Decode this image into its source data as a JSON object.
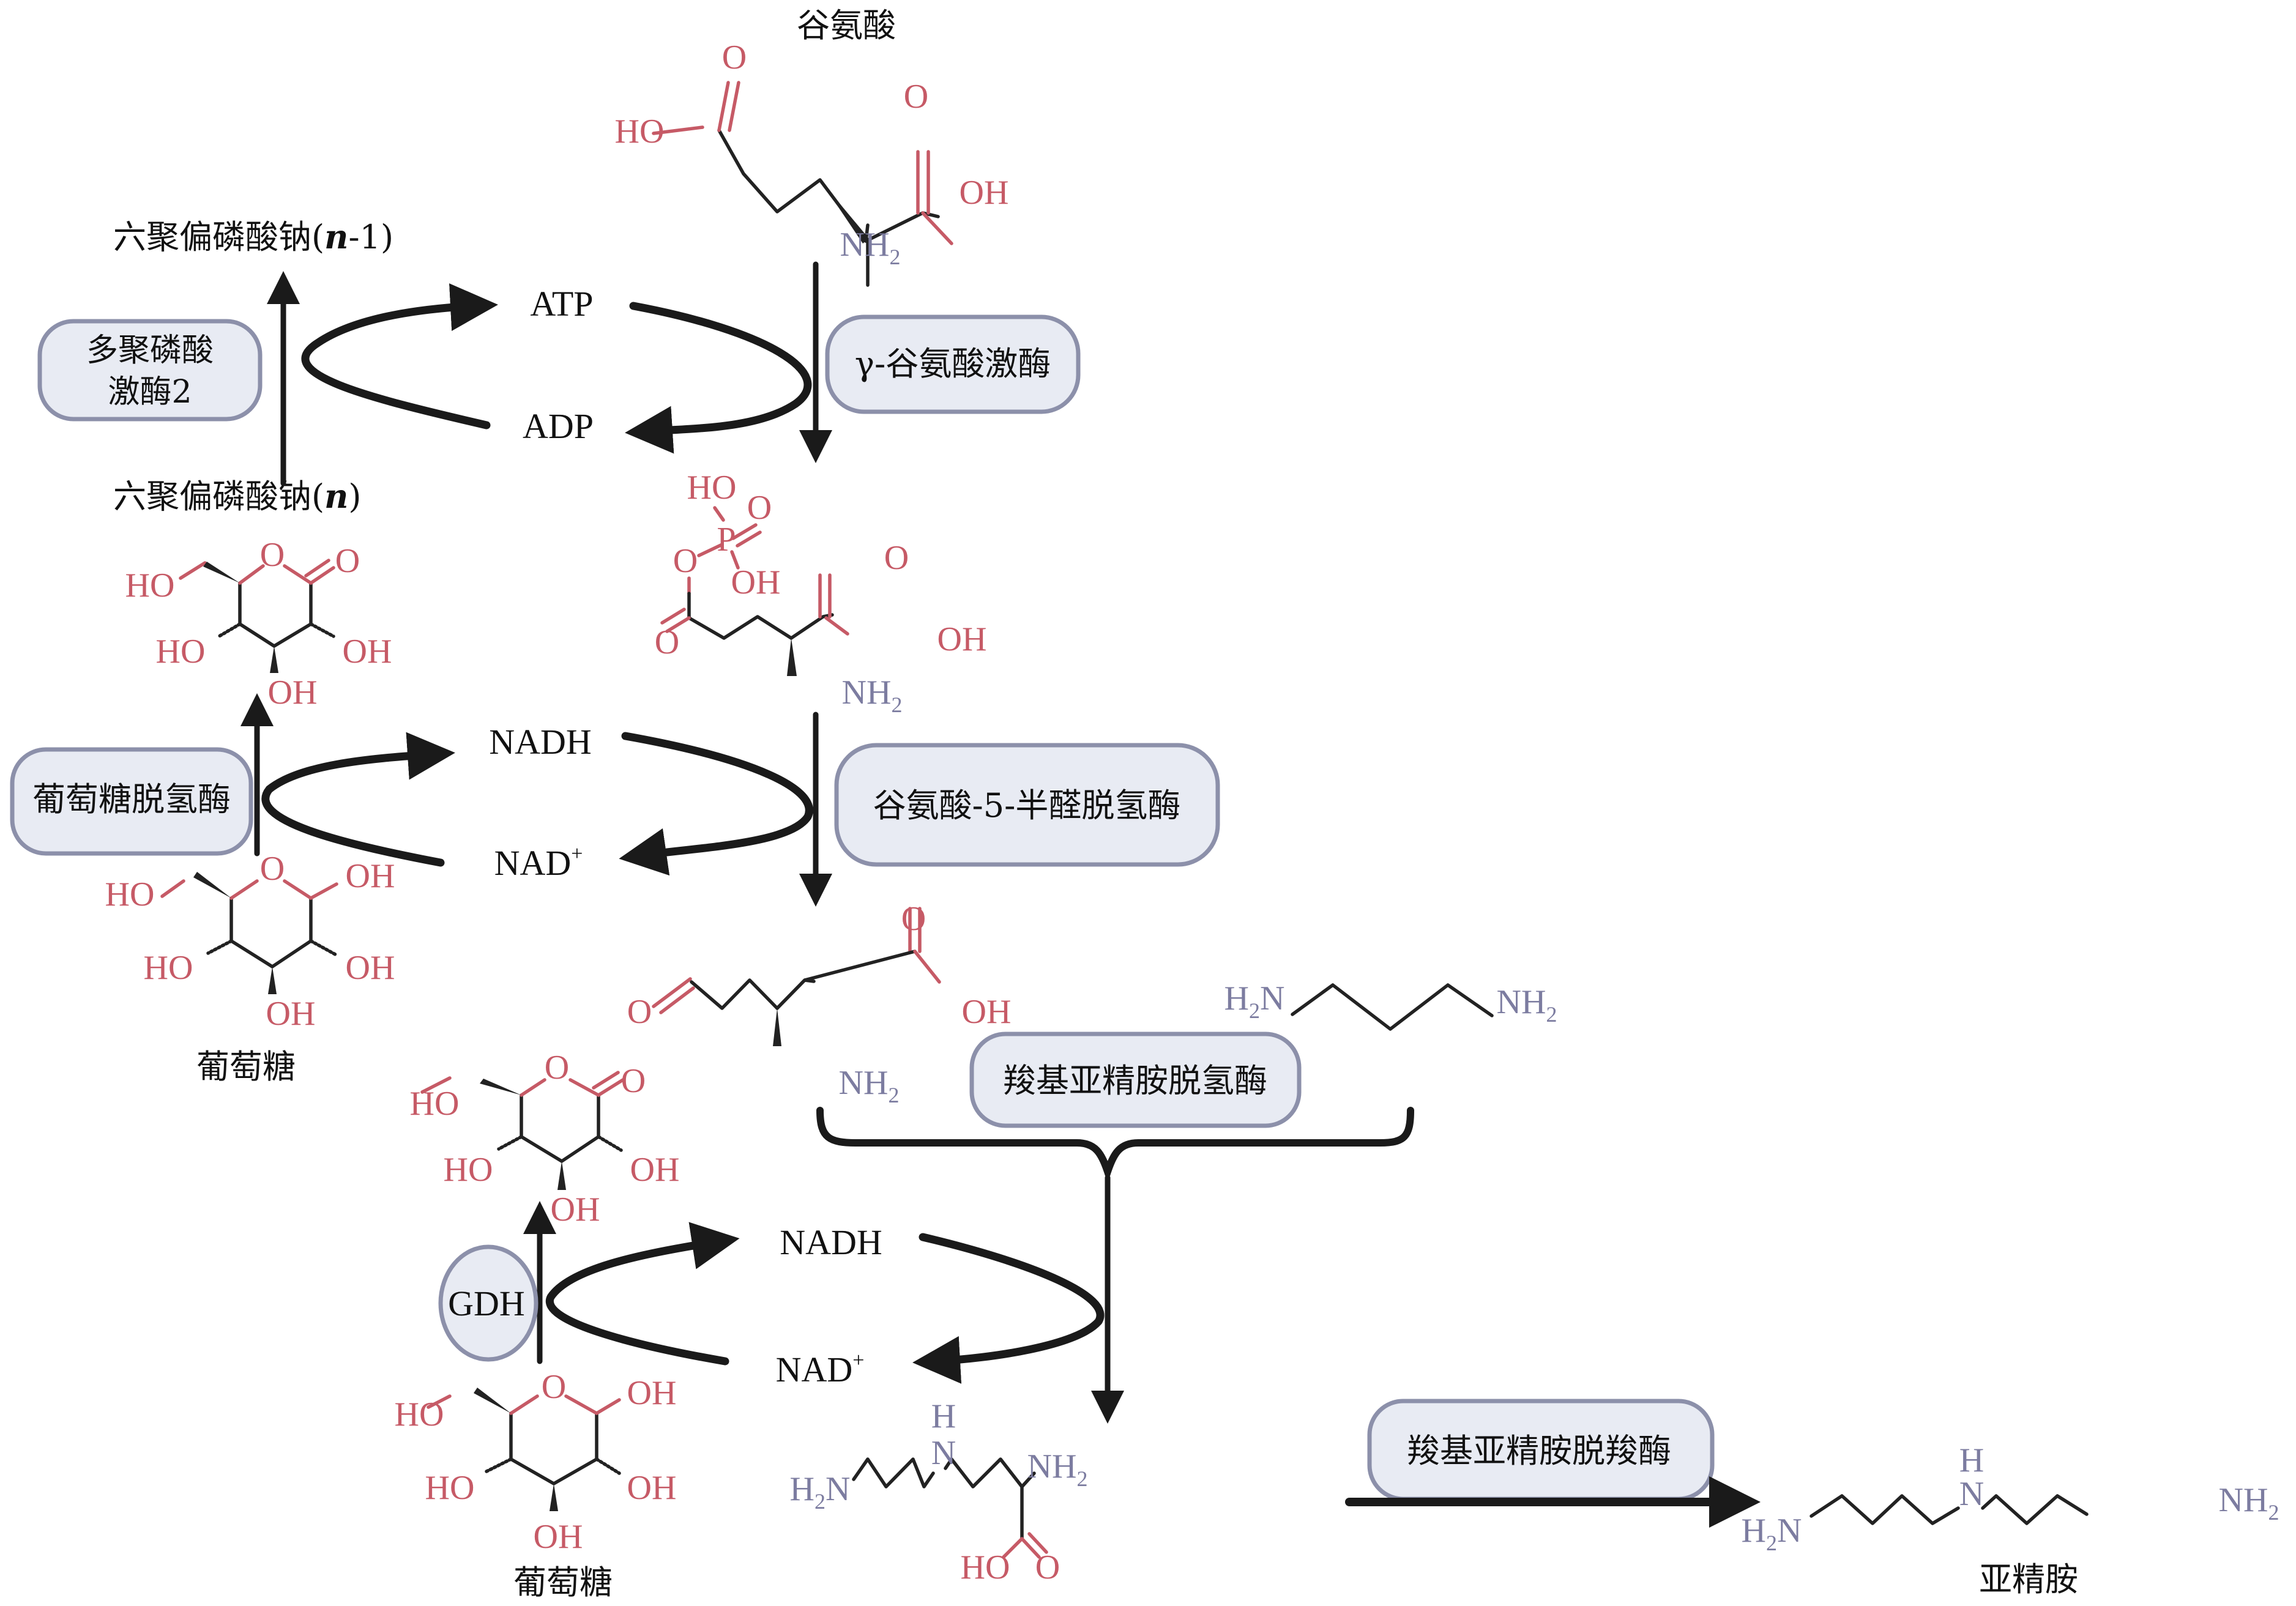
{
  "title": "Spermidine biosynthesis pathway from glutamate with cofactor regeneration",
  "colors": {
    "oxygen": "#c65a66",
    "nitrogen": "#7c7ca0",
    "bond": "#222222",
    "enzyme_fill": "#e8ebf3",
    "enzyme_border": "#8c90aa",
    "text": "#111111"
  },
  "compounds": {
    "glutamate": "谷氨酸",
    "polyphosphate_n_minus_1_prefix": "六聚偏磷酸钠(",
    "polyphosphate_n_minus_1_var": "n",
    "polyphosphate_n_minus_1_suffix": "-1)",
    "polyphosphate_n_prefix": "六聚偏磷酸钠(",
    "polyphosphate_n_var": "n",
    "polyphosphate_n_suffix": ")",
    "glucose_1": "葡萄糖",
    "glucose_2": "葡萄糖",
    "spermidine": "亚精胺"
  },
  "cofactors": {
    "atp": "ATP",
    "adp": "ADP",
    "nadh_1": "NADH",
    "nad_1": "NAD",
    "nad_1_sup": "+",
    "nadh_2": "NADH",
    "nad_2": "NAD",
    "nad_2_sup": "+"
  },
  "enzymes": {
    "ppk2_line1": "多聚磷酸",
    "ppk2_line2": "激酶2",
    "gamma_gk": "γ-谷氨酸激酶",
    "gdh_1": "葡萄糖脱氢酶",
    "gpr": "谷氨酸-5-半醛脱氢酶",
    "casdh": "羧基亚精胺脱氢酶",
    "gdh_2": "GDH",
    "casdc": "羧基亚精胺脱羧酶"
  },
  "atoms": {
    "O": "O",
    "HO": "HO",
    "OH": "OH",
    "P": "P",
    "N": "N",
    "H": "H",
    "NH": "NH",
    "H2N_H": "H",
    "sub2": "2"
  }
}
